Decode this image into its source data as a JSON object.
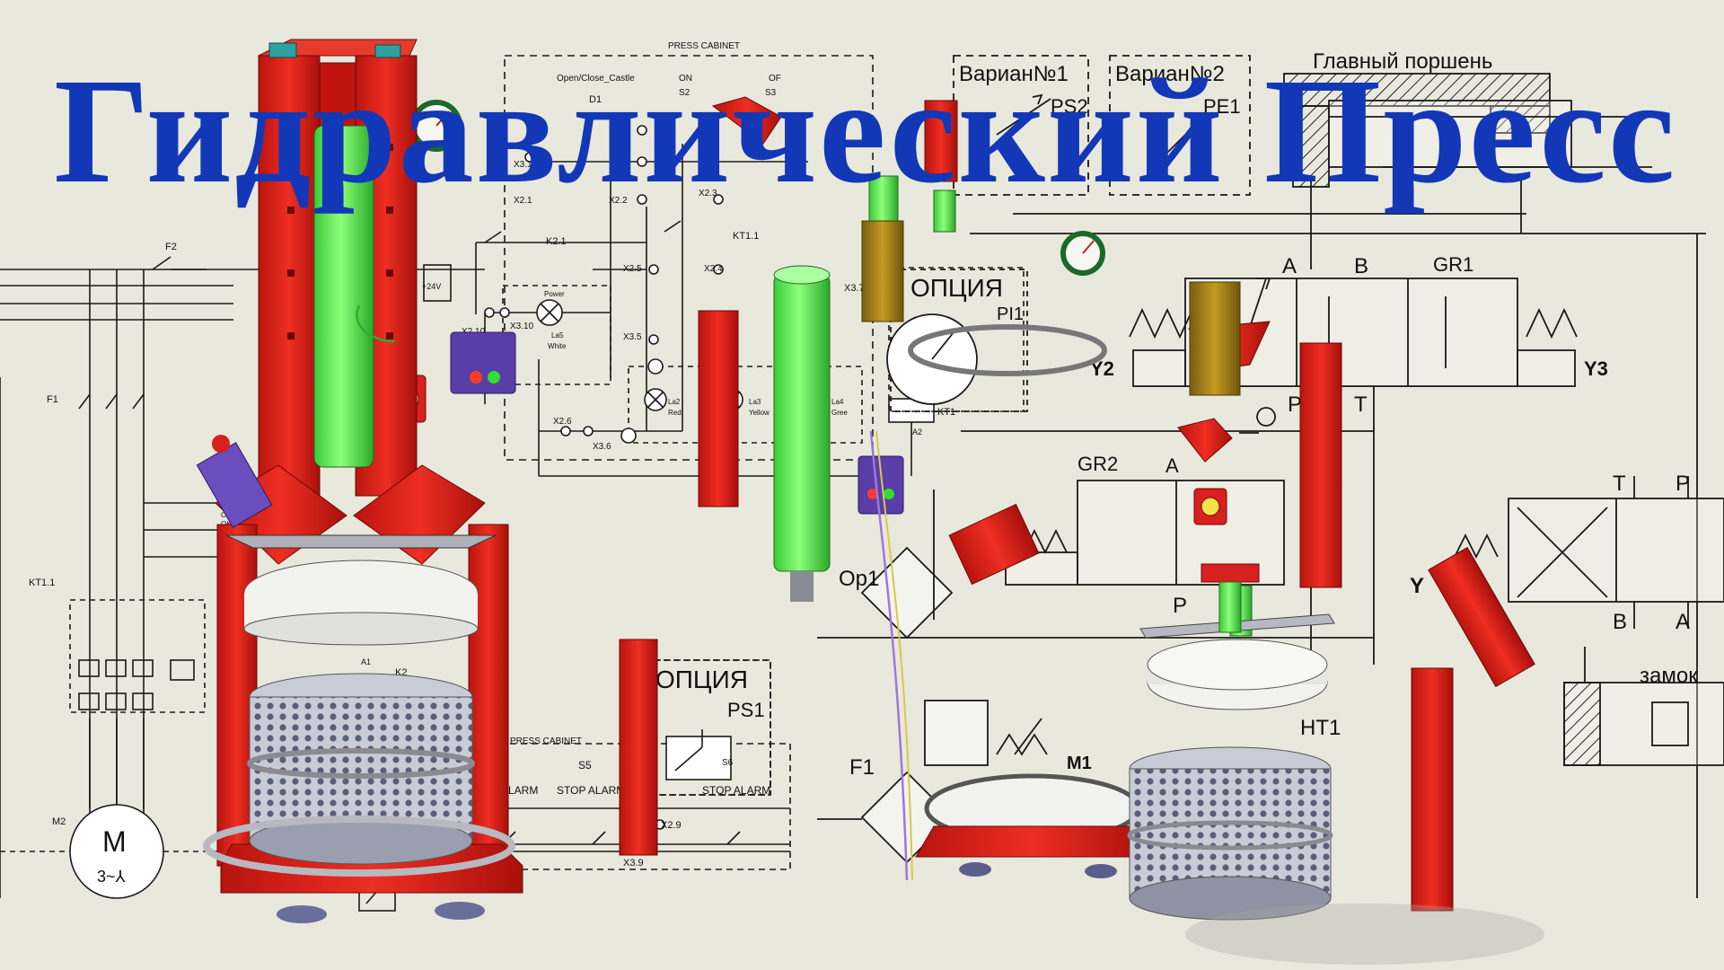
{
  "title": "Гидравлический Пресс",
  "colors": {
    "frame_red": "#d8201e",
    "cylinder_green": "#55e84a",
    "title_blue": "#1238b8",
    "line": "#1a1a1a",
    "panel_purple": "#5a3ea8",
    "olive": "#9a7a18"
  },
  "electrical": {
    "press_cabinet_top": "PRESS CABINET",
    "press_cabinet_bottom": "PRESS CABINET",
    "open_close": "Open/Close_Castle",
    "d1": "D1",
    "on": "ON",
    "s2": "S2",
    "of": "OF",
    "s3": "S3",
    "x3_1": "X3.1",
    "x2_1": "X2.1",
    "x2_2": "X2.2",
    "x2_3": "X2.3",
    "k2_1": "K2.1",
    "kt1_1": "KT1.1",
    "x2_5": "X2.5",
    "x2_4": "X2.4",
    "power": "Power",
    "x2_10": "X2.10",
    "x3_10": "X3.10",
    "la5": "La5",
    "white": "White",
    "x3_5": "X3.5",
    "la2": "La2",
    "red": "Red",
    "la3": "La3",
    "yellow": "Yellow",
    "la4": "La4",
    "green": "Gree",
    "x2_6": "X2.6",
    "x3_6": "X3.6",
    "plus24v": "+24V",
    "f2": "F2",
    "f1": "F1",
    "kt1_1_left": "KT1.1",
    "m2": "M2",
    "motor_m": "M",
    "motor_phase": "3~⅄",
    "control": "Control",
    "ok": "OK",
    "a1": "A1",
    "k2": "K2",
    "s4_alarm": "ALARM",
    "s5": "S5",
    "stop_alarm": "STOP ALARM",
    "s6": "S6",
    "stop_alarm2": "STOP ALARM",
    "x2_9": "X2.9",
    "x3_9": "X3.9",
    "kt1": "KT1",
    "a2": "A2",
    "a1b": "A1",
    "x3_7": "X3.7"
  },
  "hydraulic": {
    "variant1": "Вариан№1",
    "variant2": "Вариан№2",
    "main_piston": "Главный поршень",
    "ps2": "PS2",
    "pe1": "PE1",
    "option_top": "ОПЦИЯ",
    "pi1": "PI1",
    "option_bottom": "ОПЦИЯ",
    "ps1": "PS1",
    "a": "A",
    "b": "B",
    "gr1": "GR1",
    "y2": "Y2",
    "y3": "Y3",
    "p": "P",
    "t": "T",
    "gr2": "GR2",
    "a2": "A",
    "t2": "T",
    "p2": "P",
    "y": "Y",
    "b2": "B",
    "a3": "A",
    "lock": "замок",
    "p3": "P",
    "op1": "Op1",
    "f1": "F1",
    "m1": "M1",
    "ht1": "HT1"
  }
}
